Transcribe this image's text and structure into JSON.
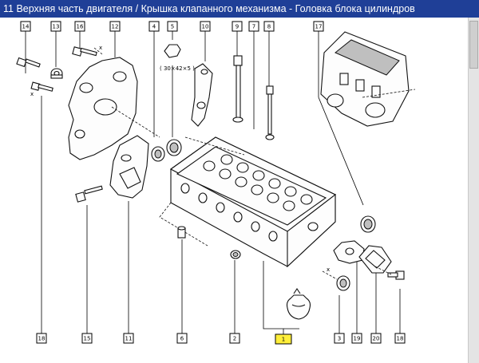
{
  "window": {
    "title": "11 Верхняя часть двигателя / Крышка клапанного механизма - Головка блока цилиндров"
  },
  "callouts": {
    "top": [
      "14",
      "13",
      "16",
      "12",
      "4",
      "5",
      "10",
      "9",
      "7",
      "8",
      "17"
    ],
    "bottom": [
      "18",
      "15",
      "11",
      "6",
      "2",
      "1",
      "3",
      "19",
      "20",
      "18"
    ],
    "highlighted": "1"
  },
  "annotations": {
    "seal_dimensions": "( 30×42×5 )",
    "axis_x_1": "x",
    "axis_x_2": "x",
    "axis_x_3": "x"
  },
  "colors": {
    "titlebar_bg": "#1f3f97",
    "highlight": "#ffef3a"
  }
}
